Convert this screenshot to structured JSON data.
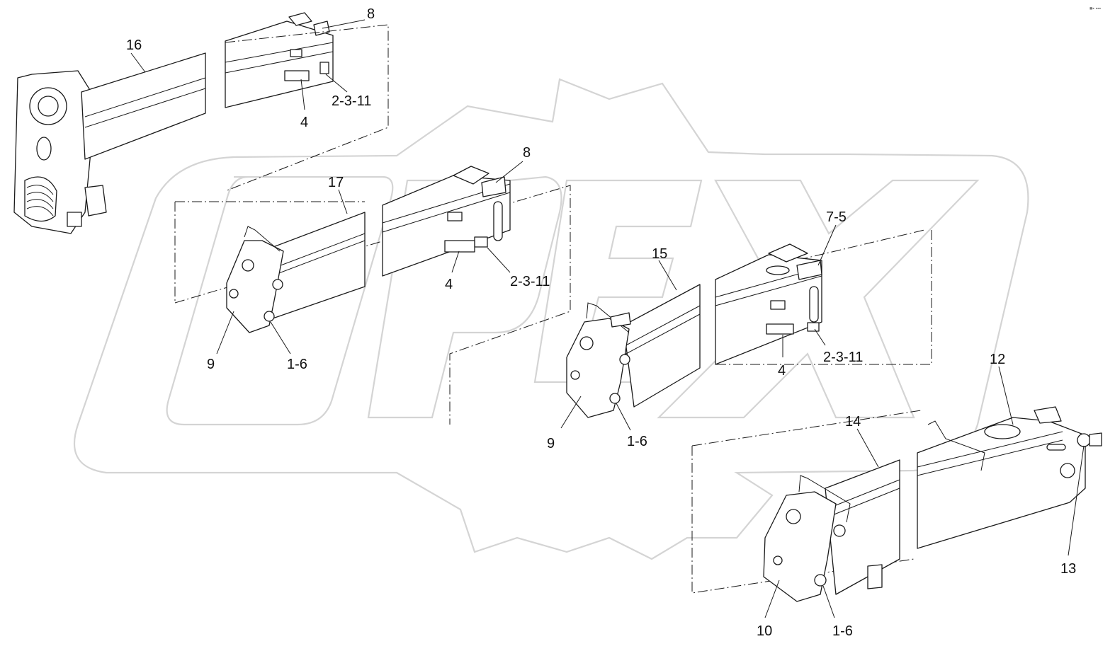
{
  "corner_mark": "■▪ ▪▪▪",
  "callouts": [
    {
      "text": "16"
    },
    {
      "text": "8"
    },
    {
      "text": "2-3-11"
    },
    {
      "text": "4"
    },
    {
      "text": "17"
    },
    {
      "text": "8"
    },
    {
      "text": "4"
    },
    {
      "text": "2-3-11"
    },
    {
      "text": "9"
    },
    {
      "text": "1-6"
    },
    {
      "text": "7-5"
    },
    {
      "text": "15"
    },
    {
      "text": "2-3-11"
    },
    {
      "text": "4"
    },
    {
      "text": "9"
    },
    {
      "text": "1-6"
    },
    {
      "text": "12"
    },
    {
      "text": "14"
    },
    {
      "text": "13"
    },
    {
      "text": "10"
    },
    {
      "text": "1-6"
    }
  ]
}
